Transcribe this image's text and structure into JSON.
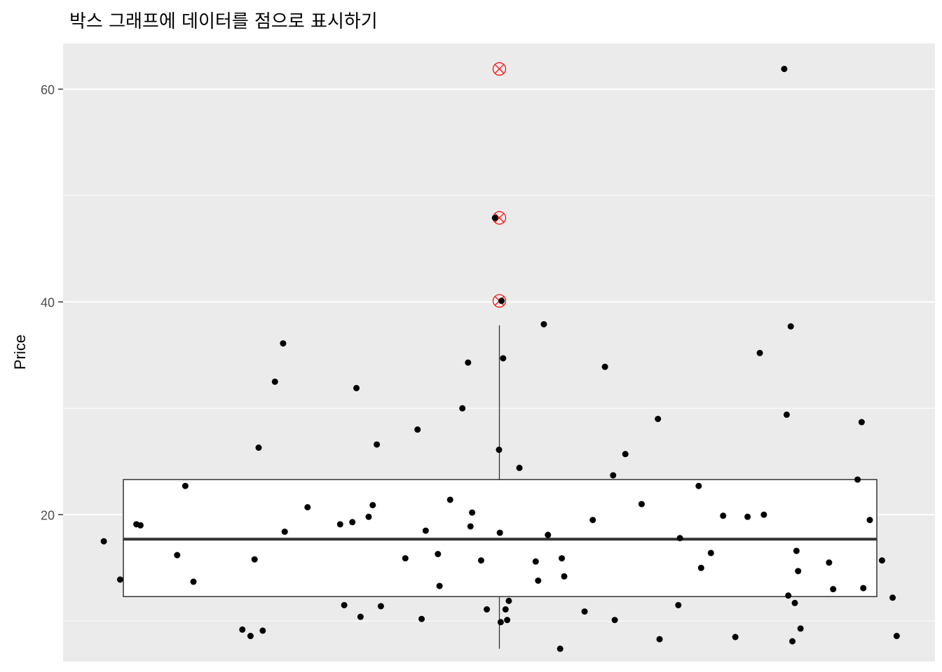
{
  "chart_data": {
    "type": "box",
    "title": "박스 그래프에 데이터를 점으로 표시하기",
    "xlabel": "",
    "ylabel": "Price",
    "ylim": [
      6.2,
      64.3
    ],
    "y_ticks": [
      20,
      40,
      60
    ],
    "y_minor_ticks": [
      10,
      30,
      50
    ],
    "grid": true,
    "background": "#ebebeb",
    "box": {
      "q1": 12.3,
      "median": 17.7,
      "q3": 23.3,
      "whisker_low": 7.4,
      "whisker_high": 37.8,
      "outliers": [
        40.1,
        47.9,
        61.9
      ],
      "outlier_color": "#ff0000"
    },
    "jittered_points": [
      {
        "x": 0.05,
        "y": 17.5
      },
      {
        "x": 0.07,
        "y": 13.9
      },
      {
        "x": 0.09,
        "y": 19.1
      },
      {
        "x": 0.095,
        "y": 19.0
      },
      {
        "x": 0.14,
        "y": 16.2
      },
      {
        "x": 0.15,
        "y": 22.7
      },
      {
        "x": 0.16,
        "y": 13.7
      },
      {
        "x": 0.22,
        "y": 9.2
      },
      {
        "x": 0.23,
        "y": 8.6
      },
      {
        "x": 0.235,
        "y": 15.8
      },
      {
        "x": 0.24,
        "y": 26.3
      },
      {
        "x": 0.245,
        "y": 9.1
      },
      {
        "x": 0.26,
        "y": 32.5
      },
      {
        "x": 0.27,
        "y": 36.1
      },
      {
        "x": 0.272,
        "y": 18.4
      },
      {
        "x": 0.3,
        "y": 20.7
      },
      {
        "x": 0.34,
        "y": 19.1
      },
      {
        "x": 0.345,
        "y": 11.5
      },
      {
        "x": 0.355,
        "y": 19.3
      },
      {
        "x": 0.36,
        "y": 31.9
      },
      {
        "x": 0.365,
        "y": 10.4
      },
      {
        "x": 0.375,
        "y": 19.8
      },
      {
        "x": 0.38,
        "y": 20.9
      },
      {
        "x": 0.385,
        "y": 26.6
      },
      {
        "x": 0.39,
        "y": 11.4
      },
      {
        "x": 0.42,
        "y": 15.9
      },
      {
        "x": 0.435,
        "y": 28.0
      },
      {
        "x": 0.44,
        "y": 10.2
      },
      {
        "x": 0.445,
        "y": 18.5
      },
      {
        "x": 0.46,
        "y": 16.3
      },
      {
        "x": 0.462,
        "y": 13.3
      },
      {
        "x": 0.475,
        "y": 21.4
      },
      {
        "x": 0.49,
        "y": 30.0
      },
      {
        "x": 0.497,
        "y": 34.3
      },
      {
        "x": 0.5,
        "y": 18.9
      },
      {
        "x": 0.502,
        "y": 20.2
      },
      {
        "x": 0.513,
        "y": 15.7
      },
      {
        "x": 0.52,
        "y": 11.1
      },
      {
        "x": 0.53,
        "y": 47.9
      },
      {
        "x": 0.535,
        "y": 26.1
      },
      {
        "x": 0.536,
        "y": 18.3
      },
      {
        "x": 0.537,
        "y": 9.9
      },
      {
        "x": 0.538,
        "y": 40.1
      },
      {
        "x": 0.54,
        "y": 34.7
      },
      {
        "x": 0.543,
        "y": 11.1
      },
      {
        "x": 0.545,
        "y": 10.1
      },
      {
        "x": 0.547,
        "y": 11.9
      },
      {
        "x": 0.56,
        "y": 24.4
      },
      {
        "x": 0.58,
        "y": 15.6
      },
      {
        "x": 0.583,
        "y": 13.8
      },
      {
        "x": 0.59,
        "y": 37.9
      },
      {
        "x": 0.595,
        "y": 18.1
      },
      {
        "x": 0.61,
        "y": 7.4
      },
      {
        "x": 0.612,
        "y": 15.9
      },
      {
        "x": 0.615,
        "y": 14.2
      },
      {
        "x": 0.64,
        "y": 10.9
      },
      {
        "x": 0.65,
        "y": 19.5
      },
      {
        "x": 0.665,
        "y": 33.9
      },
      {
        "x": 0.675,
        "y": 23.7
      },
      {
        "x": 0.677,
        "y": 10.1
      },
      {
        "x": 0.69,
        "y": 25.7
      },
      {
        "x": 0.71,
        "y": 21.0
      },
      {
        "x": 0.73,
        "y": 29.0
      },
      {
        "x": 0.732,
        "y": 8.3
      },
      {
        "x": 0.755,
        "y": 11.5
      },
      {
        "x": 0.757,
        "y": 17.8
      },
      {
        "x": 0.78,
        "y": 22.7
      },
      {
        "x": 0.783,
        "y": 15.0
      },
      {
        "x": 0.795,
        "y": 16.4
      },
      {
        "x": 0.81,
        "y": 19.9
      },
      {
        "x": 0.825,
        "y": 8.5
      },
      {
        "x": 0.84,
        "y": 19.8
      },
      {
        "x": 0.855,
        "y": 35.2
      },
      {
        "x": 0.86,
        "y": 20.0
      },
      {
        "x": 0.885,
        "y": 61.9
      },
      {
        "x": 0.888,
        "y": 29.4
      },
      {
        "x": 0.89,
        "y": 12.4
      },
      {
        "x": 0.893,
        "y": 37.7
      },
      {
        "x": 0.895,
        "y": 8.1
      },
      {
        "x": 0.898,
        "y": 11.7
      },
      {
        "x": 0.9,
        "y": 16.6
      },
      {
        "x": 0.902,
        "y": 14.7
      },
      {
        "x": 0.905,
        "y": 9.3
      },
      {
        "x": 0.94,
        "y": 15.5
      },
      {
        "x": 0.945,
        "y": 13.0
      },
      {
        "x": 0.975,
        "y": 23.3
      },
      {
        "x": 0.98,
        "y": 28.7
      },
      {
        "x": 0.982,
        "y": 13.1
      },
      {
        "x": 0.99,
        "y": 19.5
      },
      {
        "x": 1.005,
        "y": 15.7
      },
      {
        "x": 1.018,
        "y": 12.2
      },
      {
        "x": 1.023,
        "y": 8.6
      }
    ],
    "colors": {
      "points": "#000000",
      "box_fill": "#ffffff",
      "box_line": "#333333",
      "grid": "#ffffff",
      "outlier": "#ff0000"
    }
  }
}
